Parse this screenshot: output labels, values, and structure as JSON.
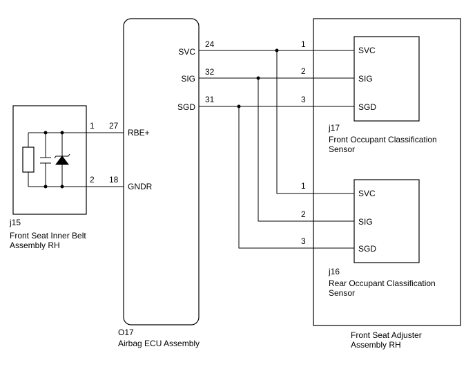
{
  "ecu": {
    "code": "O17",
    "name": "Airbag ECU Assembly",
    "pins": {
      "svc": {
        "label": "SVC",
        "num": "24"
      },
      "sig": {
        "label": "SIG",
        "num": "32"
      },
      "sgd": {
        "label": "SGD",
        "num": "31"
      },
      "rbe": {
        "label": "RBE+",
        "num": "27"
      },
      "gndr": {
        "label": "GNDR",
        "num": "18"
      }
    }
  },
  "belt": {
    "code": "j15",
    "name_line1": "Front Seat Inner Belt",
    "name_line2": "Assembly RH",
    "pin_rbe": "1",
    "pin_gndr": "2"
  },
  "adjuster": {
    "name_line1": "Front Seat Adjuster",
    "name_line2": "Assembly RH"
  },
  "front_sensor": {
    "code": "j17",
    "name_line1": "Front Occupant Classification",
    "name_line2": "Sensor",
    "pins": [
      {
        "label": "SVC",
        "num": "1"
      },
      {
        "label": "SIG",
        "num": "2"
      },
      {
        "label": "SGD",
        "num": "3"
      }
    ]
  },
  "rear_sensor": {
    "code": "j16",
    "name_line1": "Rear Occupant Classification",
    "name_line2": "Sensor",
    "pins": [
      {
        "label": "SVC",
        "num": "1"
      },
      {
        "label": "SIG",
        "num": "2"
      },
      {
        "label": "SGD",
        "num": "3"
      }
    ]
  }
}
